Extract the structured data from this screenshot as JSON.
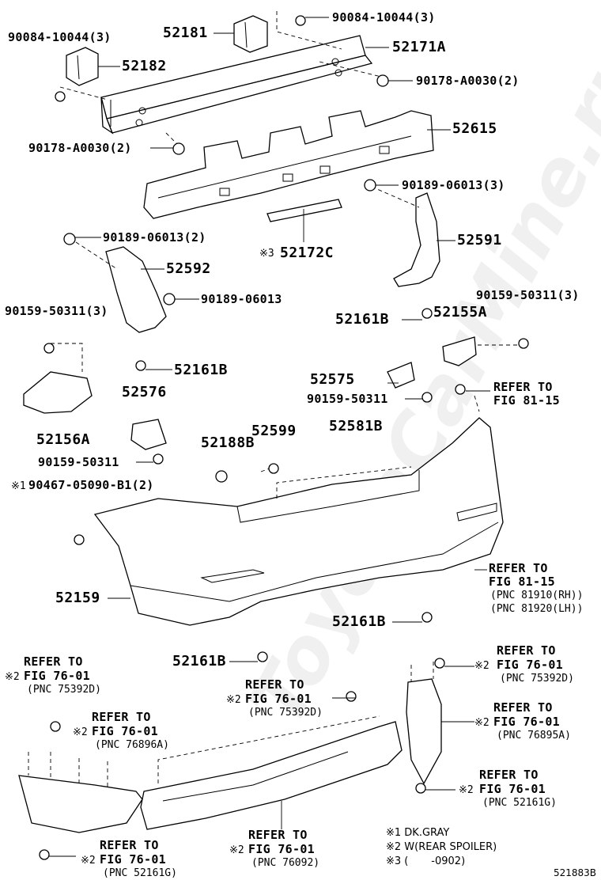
{
  "diagram": {
    "labels": [
      {
        "id": "p-90084-top-right",
        "text": "90084-10044(3)"
      },
      {
        "id": "p-52181",
        "text": "52181"
      },
      {
        "id": "p-90084-top-left",
        "text": "90084-10044(3)"
      },
      {
        "id": "p-52182",
        "text": "52182"
      },
      {
        "id": "p-52171a",
        "text": "52171A"
      },
      {
        "id": "p-90178-right",
        "text": "90178-A0030(2)"
      },
      {
        "id": "p-90178-left",
        "text": "90178-A0030(2)"
      },
      {
        "id": "p-52615",
        "text": "52615"
      },
      {
        "id": "p-90189-3",
        "text": "90189-06013(3)"
      },
      {
        "id": "p-90189-2",
        "text": "90189-06013(2)"
      },
      {
        "id": "p-52591",
        "text": "52591"
      },
      {
        "id": "p-52172c-mark",
        "text": "※3"
      },
      {
        "id": "p-52172c",
        "text": "52172C"
      },
      {
        "id": "p-52592",
        "text": "52592"
      },
      {
        "id": "p-90189-single",
        "text": "90189-06013"
      },
      {
        "id": "p-90159-left-3",
        "text": "90159-50311(3)"
      },
      {
        "id": "p-90159-right-3",
        "text": "90159-50311(3)"
      },
      {
        "id": "p-52161b-right",
        "text": "52161B"
      },
      {
        "id": "p-52155a",
        "text": "52155A"
      },
      {
        "id": "p-52161b-left",
        "text": "52161B"
      },
      {
        "id": "p-52575",
        "text": "52575"
      },
      {
        "id": "p-refer-81-15-top-1",
        "text": "REFER TO"
      },
      {
        "id": "p-refer-81-15-top-2",
        "text": "FIG 81-15"
      },
      {
        "id": "p-90159-mid",
        "text": "90159-50311"
      },
      {
        "id": "p-52576",
        "text": "52576"
      },
      {
        "id": "p-52156a",
        "text": "52156A"
      },
      {
        "id": "p-52599",
        "text": "52599"
      },
      {
        "id": "p-52581b",
        "text": "52581B"
      },
      {
        "id": "p-52188b",
        "text": "52188B"
      },
      {
        "id": "p-90159-low",
        "text": "90159-50311"
      },
      {
        "id": "p-90467-mark",
        "text": "※1"
      },
      {
        "id": "p-90467",
        "text": "90467-05090-B1(2)"
      },
      {
        "id": "p-refer-81-15-low-1",
        "text": "REFER TO"
      },
      {
        "id": "p-refer-81-15-low-2",
        "text": "FIG 81-15"
      },
      {
        "id": "p-pnc-81910",
        "text": "(PNC 81910(RH))"
      },
      {
        "id": "p-pnc-81920",
        "text": "(PNC 81920(LH))"
      },
      {
        "id": "p-52159",
        "text": "52159"
      },
      {
        "id": "p-52161b-mid",
        "text": "52161B"
      },
      {
        "id": "p-52161b-bot",
        "text": "52161B"
      },
      {
        "id": "p-refer-75392-l-1",
        "text": "REFER TO"
      },
      {
        "id": "p-refer-75392-l-mark",
        "text": "※2"
      },
      {
        "id": "p-refer-75392-l-2",
        "text": "FIG 76-01"
      },
      {
        "id": "p-refer-75392-l-3",
        "text": "(PNC 75392D)"
      },
      {
        "id": "p-refer-75392-r-1",
        "text": "REFER TO"
      },
      {
        "id": "p-refer-75392-r-mark",
        "text": "※2"
      },
      {
        "id": "p-refer-75392-r-2",
        "text": "FIG 76-01"
      },
      {
        "id": "p-refer-75392-r-3",
        "text": "(PNC 75392D)"
      },
      {
        "id": "p-refer-75392-c-1",
        "text": "REFER TO"
      },
      {
        "id": "p-refer-75392-c-mark",
        "text": "※2"
      },
      {
        "id": "p-refer-75392-c-2",
        "text": "FIG 76-01"
      },
      {
        "id": "p-refer-75392-c-3",
        "text": "(PNC 75392D)"
      },
      {
        "id": "p-refer-76896-1",
        "text": "REFER TO"
      },
      {
        "id": "p-refer-76896-mark",
        "text": "※2"
      },
      {
        "id": "p-refer-76896-2",
        "text": "FIG 76-01"
      },
      {
        "id": "p-refer-76896-3",
        "text": "(PNC 76896A)"
      },
      {
        "id": "p-refer-76895-1",
        "text": "REFER TO"
      },
      {
        "id": "p-refer-76895-mark",
        "text": "※2"
      },
      {
        "id": "p-refer-76895-2",
        "text": "FIG 76-01"
      },
      {
        "id": "p-refer-76895-3",
        "text": "(PNC 76895A)"
      },
      {
        "id": "p-refer-52161g-r-1",
        "text": "REFER TO"
      },
      {
        "id": "p-refer-52161g-r-mark",
        "text": "※2"
      },
      {
        "id": "p-refer-52161g-r-2",
        "text": "FIG 76-01"
      },
      {
        "id": "p-refer-52161g-r-3",
        "text": "(PNC 52161G)"
      },
      {
        "id": "p-refer-52161g-l-1",
        "text": "REFER TO"
      },
      {
        "id": "p-refer-52161g-l-mark",
        "text": "※2"
      },
      {
        "id": "p-refer-52161g-l-2",
        "text": "FIG 76-01"
      },
      {
        "id": "p-refer-52161g-l-3",
        "text": "(PNC 52161G)"
      },
      {
        "id": "p-refer-76092-1",
        "text": "REFER TO"
      },
      {
        "id": "p-refer-76092-mark",
        "text": "※2"
      },
      {
        "id": "p-refer-76092-2",
        "text": "FIG 76-01"
      },
      {
        "id": "p-refer-76092-3",
        "text": "(PNC 76092)"
      }
    ],
    "legend": [
      {
        "id": "legend-1",
        "text": "※1 DK.GRAY"
      },
      {
        "id": "legend-2",
        "text": "※2 W(REAR SPOILER)"
      },
      {
        "id": "legend-3",
        "text": "※3 (       -0902)"
      }
    ],
    "figure_code": "521883B",
    "watermark": "ToyotaCarMine.ru"
  }
}
